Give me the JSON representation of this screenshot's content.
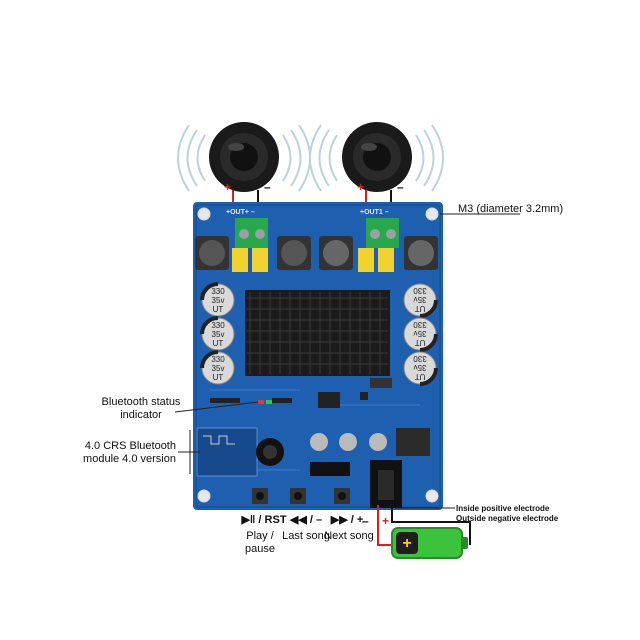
{
  "annotations": {
    "mount_hole": "M3 (diameter 3.2mm)",
    "bt_status": [
      "Bluetooth status",
      "indicator"
    ],
    "bt_module": [
      "4.0 CRS Bluetooth",
      "module 4.0 version"
    ],
    "electrode_inside": "Inside positive electrode",
    "electrode_outside": "Outside negative electrode"
  },
  "speaker_terminals": {
    "plus": "+",
    "minus": "–"
  },
  "power_terminals": {
    "minus": "–",
    "plus": "+"
  },
  "buttons": [
    {
      "symbol": "▶‖ / RST",
      "caption": [
        "Play /",
        "pause"
      ]
    },
    {
      "symbol": "◀◀ / –",
      "caption": [
        "Last song"
      ]
    },
    {
      "symbol": "▶▶ / +",
      "caption": [
        "Next song"
      ]
    }
  ],
  "capacitor_marking": [
    "330",
    "35v",
    "UT"
  ],
  "silkscreen": {
    "out_left": "+OUT+ –",
    "out_right": "+OUT1 –"
  },
  "colors": {
    "pcb": "#1f5fb0",
    "pcb_dark": "#174a8c",
    "heatsink": "#1b1b1b",
    "terminal": "#27a84a",
    "wire_red": "#d42020",
    "wire_black": "#111111",
    "battery": "#3bc43b"
  }
}
